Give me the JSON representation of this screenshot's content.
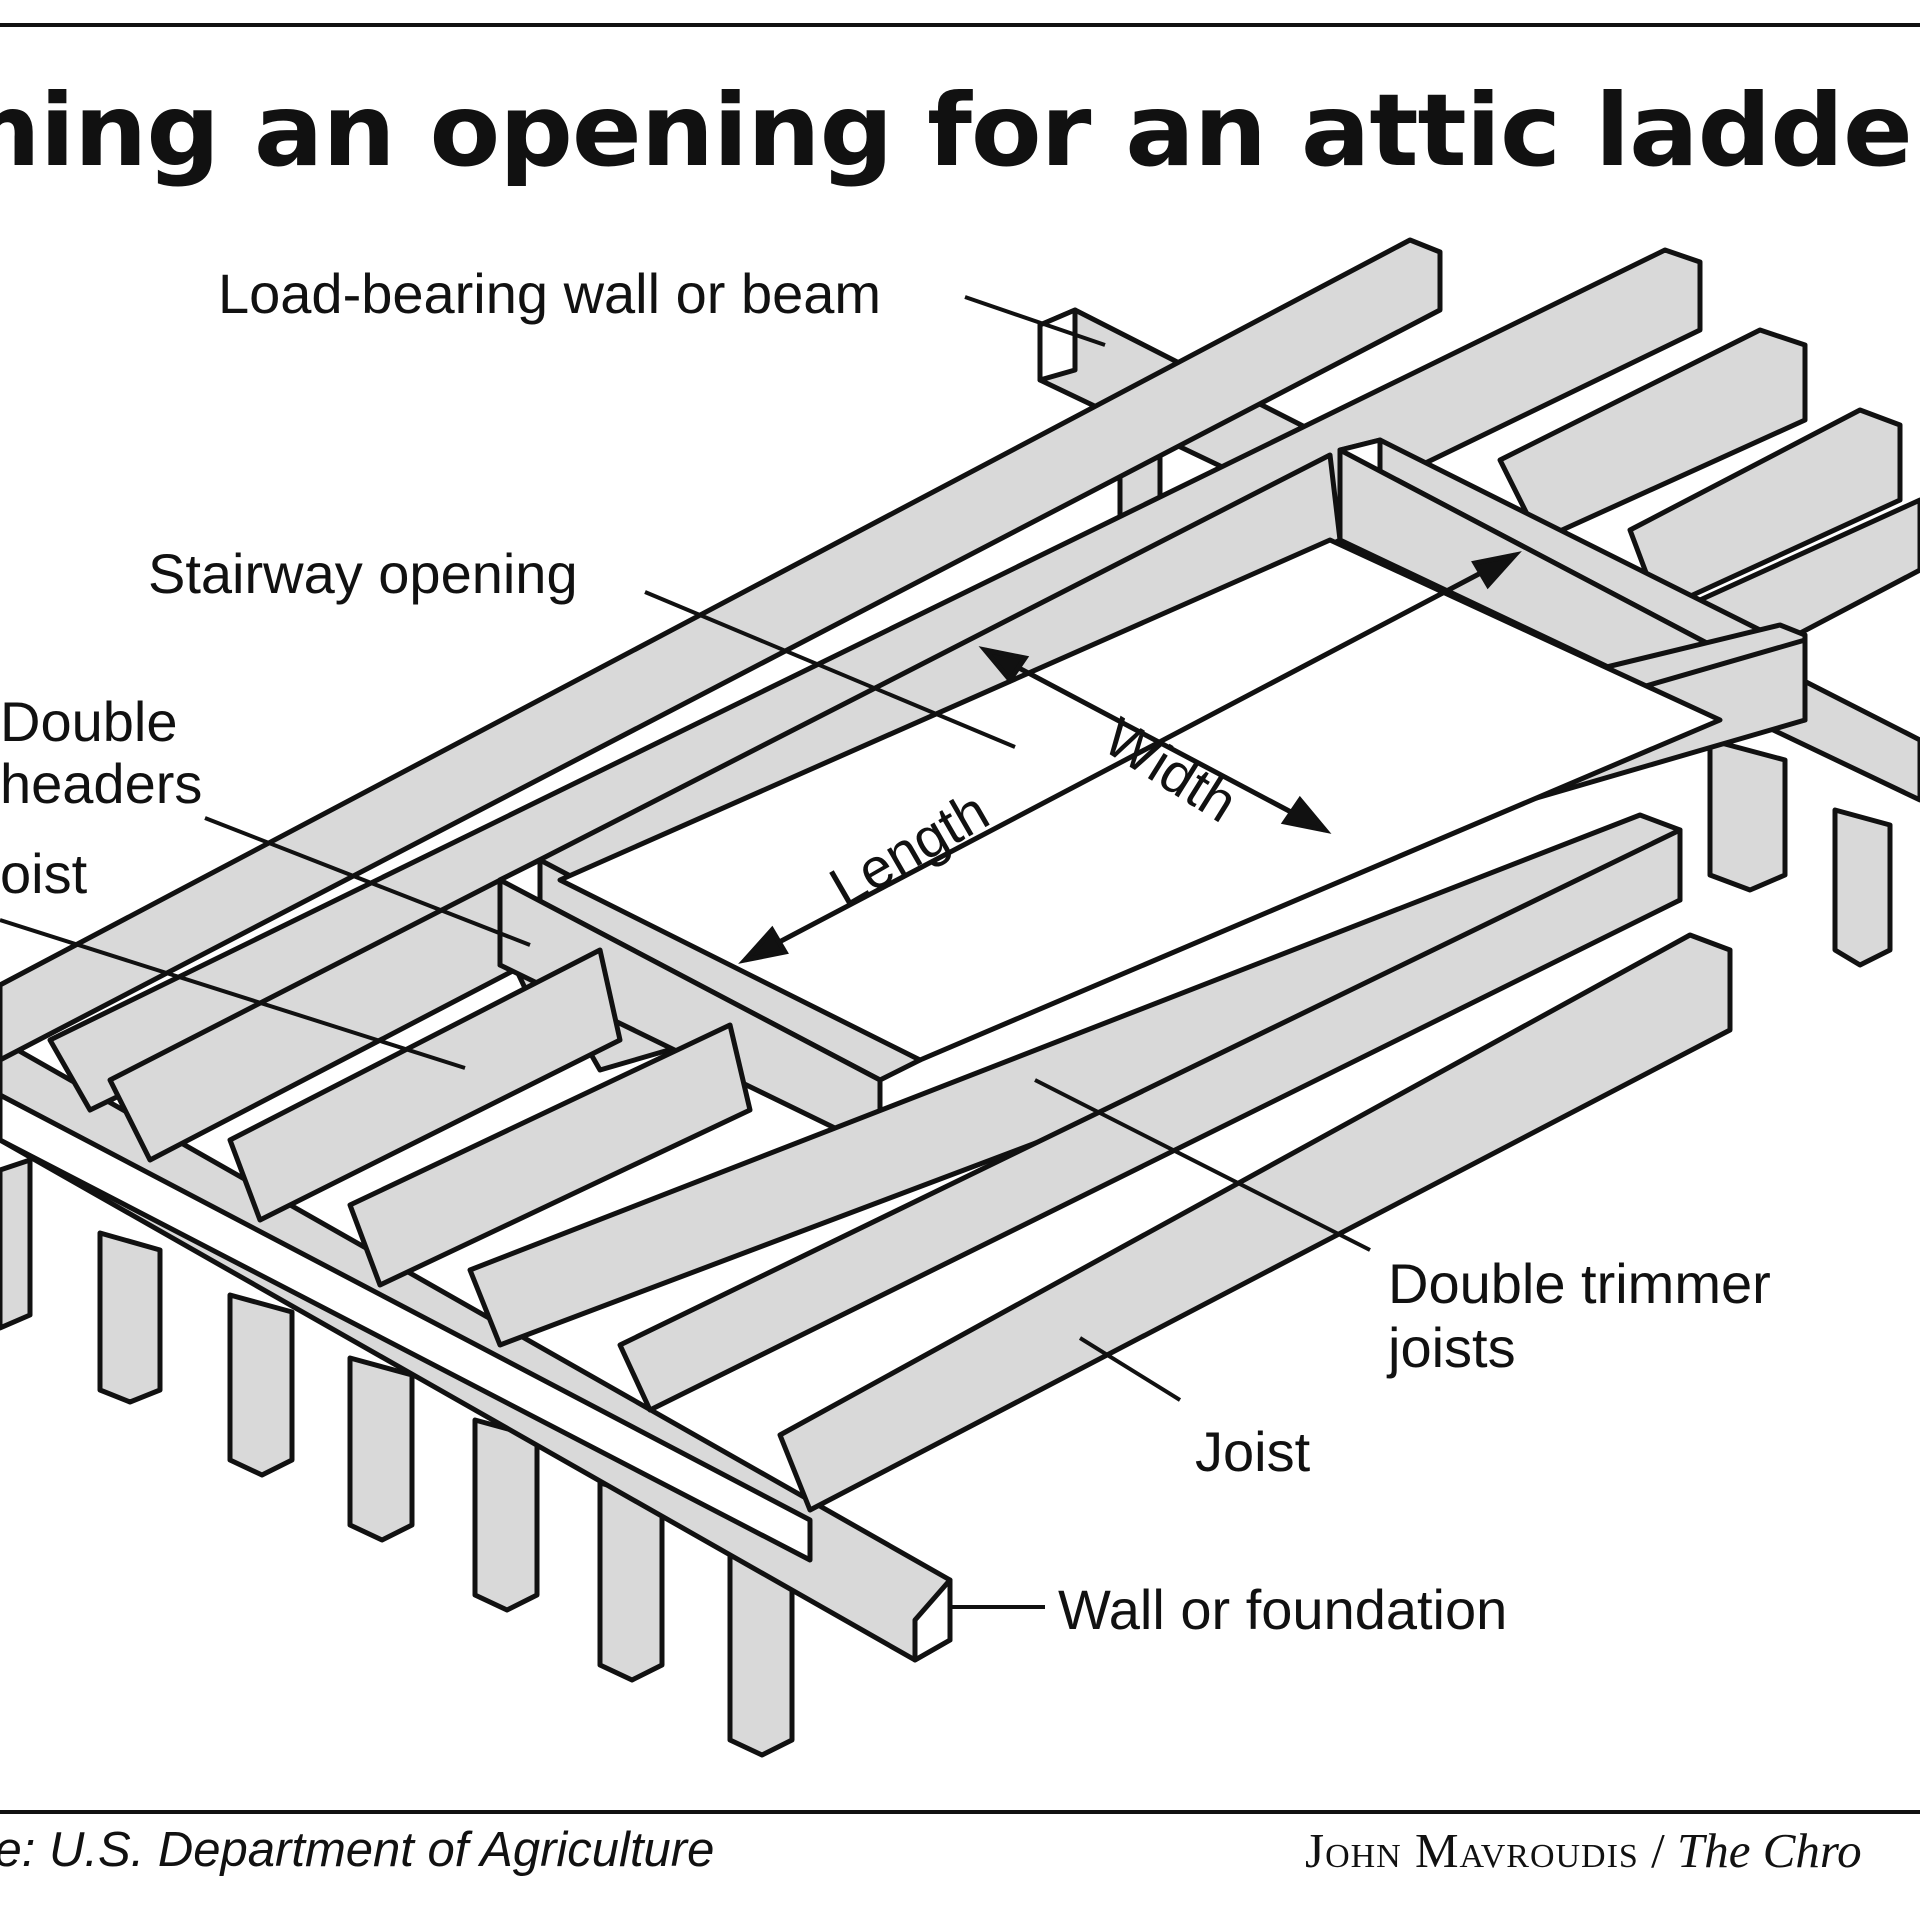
{
  "title": "aming an opening for an attic ladder",
  "labels": {
    "load_bearing": "Load-bearing wall or beam",
    "stairway_opening": "Stairway opening",
    "double_headers_1": "Double",
    "double_headers_2": "headers",
    "tail_joist": "oist",
    "width": "Width",
    "length": "Length",
    "double_trimmer_1": "Double trimmer",
    "double_trimmer_2": "joists",
    "joist": "Joist",
    "wall_foundation": "Wall or foundation"
  },
  "credits": {
    "source": "ce: U.S. Department of Agriculture",
    "artist": "John Mavroudis",
    "separator": " / ",
    "publication": "The Chro"
  },
  "colors": {
    "ink": "#111111",
    "wood": "#d9d9d9",
    "background": "#ffffff"
  }
}
